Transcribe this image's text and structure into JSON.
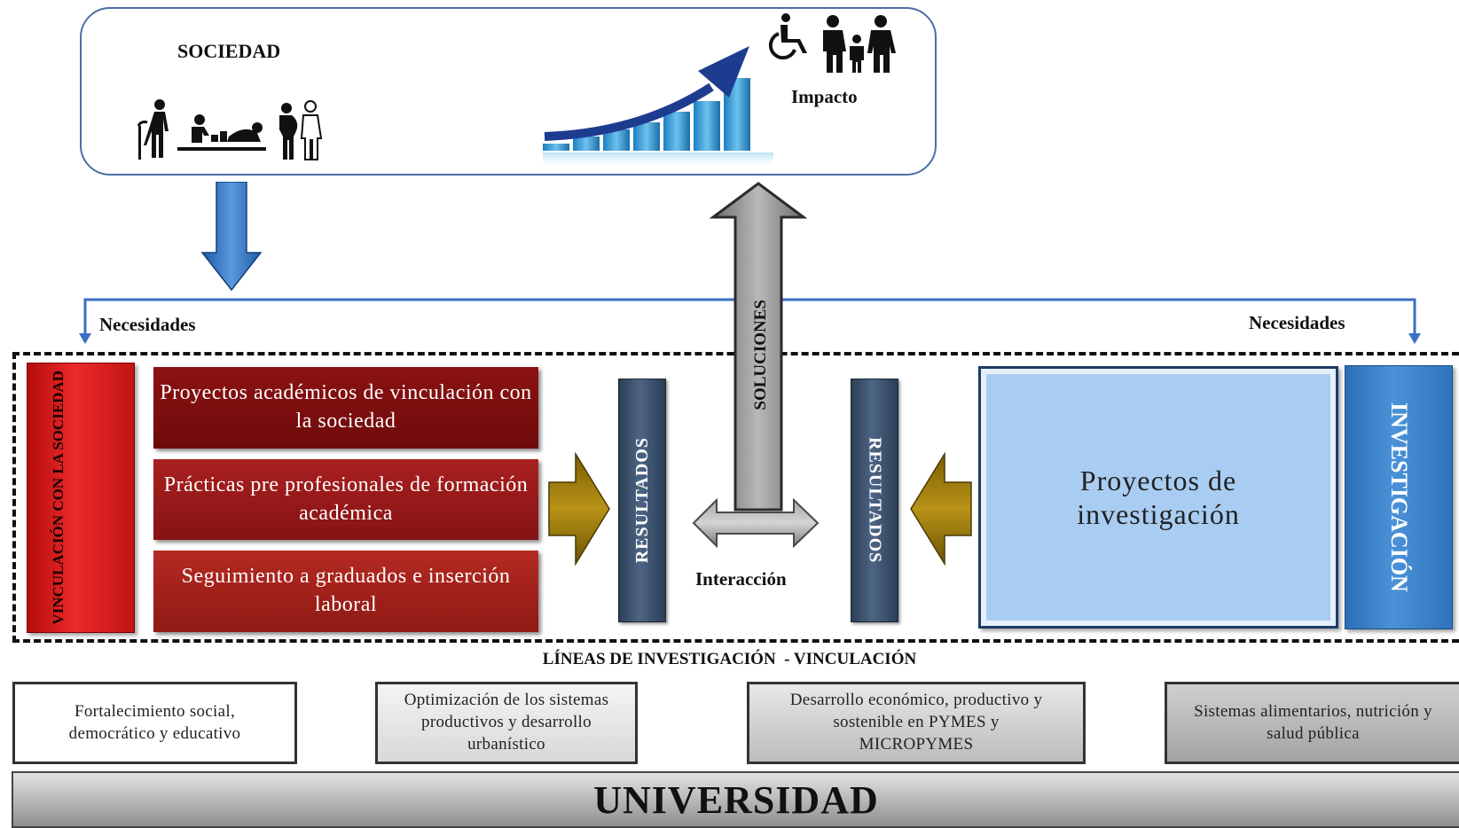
{
  "society": {
    "title": "SOCIEDAD",
    "impact_label": "Impacto"
  },
  "flows": {
    "needs_left": "Necesidades",
    "needs_right": "Necesidades",
    "solutions": "SOLUCIONES",
    "interaction": "Interacción"
  },
  "vinculacion": {
    "bar_label": "VINCULACIÓN CON LA SOCIEDAD",
    "items": [
      "Proyectos académicos de vinculación con la sociedad",
      "Prácticas pre profesionales de formación académica",
      "Seguimiento a graduados e inserción laboral"
    ]
  },
  "results": {
    "left": "RESULTADOS",
    "right": "RESULTADOS"
  },
  "investigacion": {
    "projects": "Proyectos de investigación",
    "bar_label": "INVESTIGACIÓN"
  },
  "lines": {
    "title": "LÍNEAS DE INVESTIGACIÓN  - VINCULACIÓN",
    "items": [
      "Fortalecimiento social, democrático y educativo",
      "Optimización de los sistemas productivos y desarrollo urbanístico",
      "Desarrollo económico, productivo y sostenible en PYMES y MICROPYMES",
      "Sistemas alimentarios, nutrición y salud pública"
    ]
  },
  "base": {
    "label": "UNIVERSIDAD"
  },
  "colors": {
    "vinculacion_red": "#d81e1e",
    "results_navy": "#3b506c",
    "investigation_blue": "#3b82cc",
    "projects_light_blue": "#a9cdf2",
    "connector_blue": "#3a6fc4",
    "arrow_gold": "#9a7a0a",
    "arrow_gray": "#8c8c8c"
  },
  "icons": [
    "elderly-person-icon",
    "children-playing-icon",
    "pregnant-couple-icon",
    "growth-chart-icon",
    "wheelchair-icon",
    "family-icon"
  ]
}
